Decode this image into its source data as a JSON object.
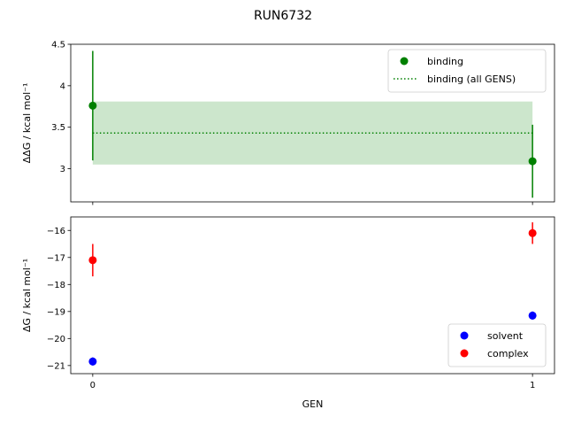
{
  "title": "RUN6732",
  "colors": {
    "binding": "#008000",
    "binding_band": "#008000",
    "solvent": "#0000ff",
    "complex": "#ff0000"
  },
  "chart_data": [
    {
      "type": "scatter",
      "ylabel": "ΔΔG / kcal mol⁻¹",
      "xlim": [
        -0.05,
        1.05
      ],
      "ylim": [
        2.6,
        4.5
      ],
      "yticks": [
        3.0,
        3.5,
        4.0,
        4.5
      ],
      "xticks": [
        0,
        1
      ],
      "show_xtick_labels": false,
      "grid": false,
      "legend_position": "top-right",
      "series": [
        {
          "name": "binding",
          "kind": "points",
          "color": "#008000",
          "x": [
            0,
            1
          ],
          "y": [
            3.76,
            3.09
          ],
          "yerr": [
            0.66,
            0.44
          ]
        },
        {
          "name": "binding (all GENS)",
          "kind": "band",
          "color": "#008000",
          "x_range": [
            0,
            1
          ],
          "mean": 3.43,
          "low": 3.05,
          "high": 3.81
        }
      ]
    },
    {
      "type": "scatter",
      "xlabel": "GEN",
      "ylabel": "ΔG / kcal mol⁻¹",
      "xlim": [
        -0.05,
        1.05
      ],
      "ylim": [
        -21.3,
        -15.5
      ],
      "yticks": [
        -21,
        -20,
        -19,
        -18,
        -17,
        -16
      ],
      "xticks": [
        0,
        1
      ],
      "show_xtick_labels": true,
      "grid": false,
      "legend_position": "lower-right",
      "series": [
        {
          "name": "solvent",
          "kind": "points",
          "color": "#0000ff",
          "x": [
            0,
            1
          ],
          "y": [
            -20.85,
            -19.15
          ],
          "yerr": [
            0.15,
            0.15
          ]
        },
        {
          "name": "complex",
          "kind": "points",
          "color": "#ff0000",
          "x": [
            0,
            1
          ],
          "y": [
            -17.1,
            -16.1
          ],
          "yerr": [
            0.6,
            0.4
          ]
        }
      ]
    }
  ]
}
